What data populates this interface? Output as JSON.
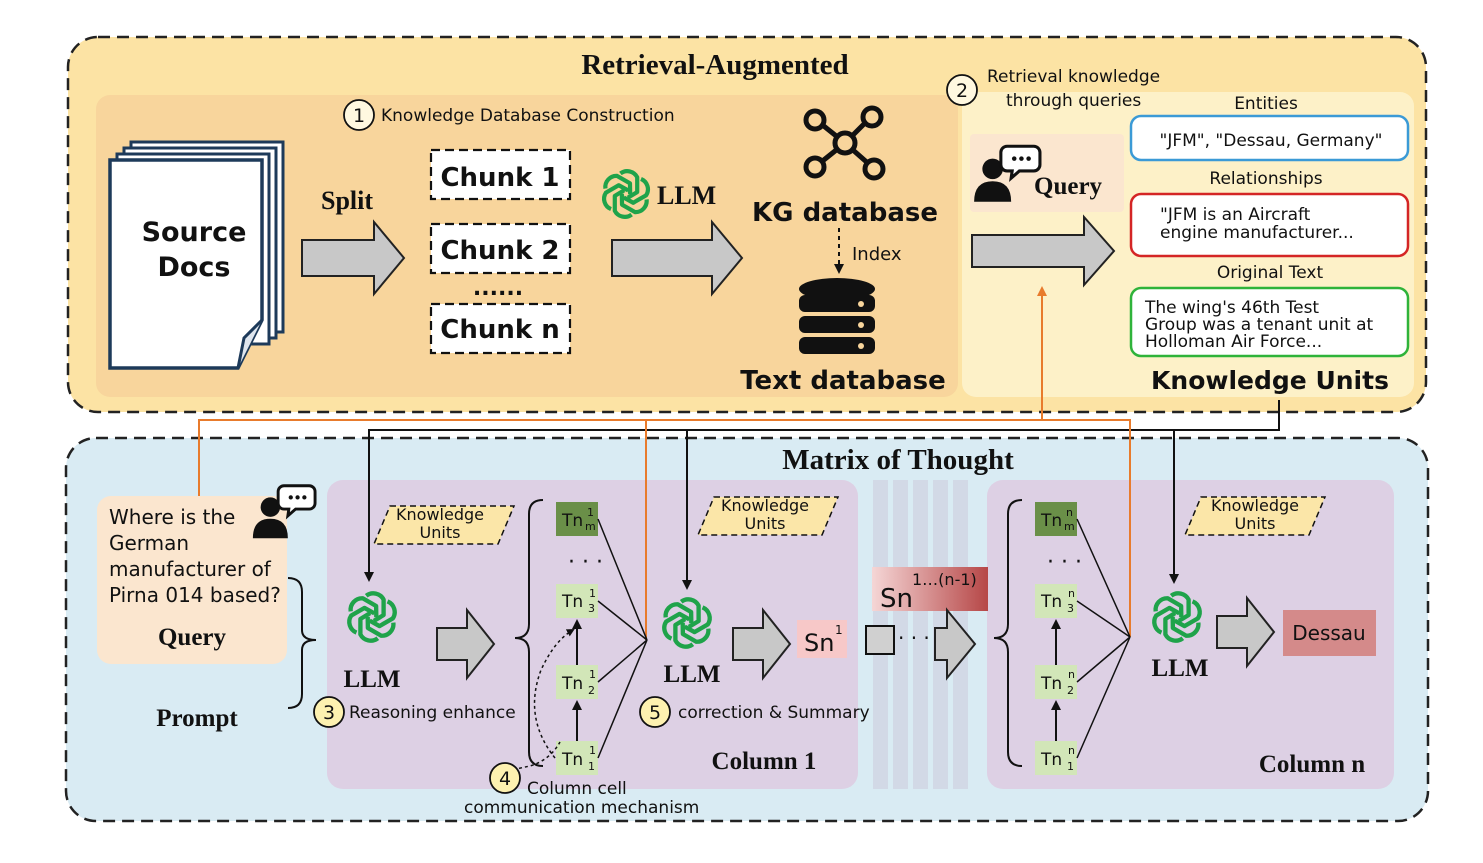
{
  "title_top": "Retrieval-Augmented",
  "title_bottom": "Matrix of Thought",
  "step1": {
    "num": "1",
    "label": "Knowledge Database Construction"
  },
  "step2": {
    "num": "2",
    "label_line1": "Retrieval knowledge",
    "label_line2": "through queries"
  },
  "step3": {
    "num": "3",
    "label": "Reasoning enhance"
  },
  "step4": {
    "num": "4",
    "label_line1": "Column  cell",
    "label_line2": "communication mechanism"
  },
  "step5": {
    "num": "5",
    "label": "correction & Summary"
  },
  "source_docs": {
    "line1": "Source",
    "line2": "Docs"
  },
  "split_label": "Split",
  "chunks": [
    "Chunk 1",
    "Chunk 2",
    "Chunk n"
  ],
  "chunk_ellipsis": "......",
  "llm_label": "LLM",
  "kg_database": "KG database",
  "index_label": "Index",
  "text_database": "Text database",
  "query_label": "Query",
  "knowledge_units_title": "Knowledge Units",
  "entities": {
    "heading": "Entities",
    "text": "\"JFM\", \"Dessau, Germany\""
  },
  "relationships": {
    "heading": "Relationships",
    "line1": "\"JFM is an Aircraft",
    "line2": "engine manufacturer..."
  },
  "original_text": {
    "heading": "Original Text",
    "line1": "The wing's 46th Test",
    "line2": "Group was a tenant unit at",
    "line3": "Holloman Air Force..."
  },
  "question": {
    "line1": "Where is the",
    "line2": "German",
    "line3": "manufacturer of",
    "line4": "Pirna 014 based?",
    "label": "Query"
  },
  "prompt_label": "Prompt",
  "ku_tag": {
    "line1": "Knowledge",
    "line2": "Units"
  },
  "column1_label": "Column 1",
  "columnn_label": "Column n",
  "col1_nodes": {
    "top": "Tn",
    "top_sub": "m",
    "top_sup": "1",
    "n3_sub": "3",
    "n2_sub": "2",
    "n1_sub": "1",
    "sup": "1"
  },
  "coln_nodes": {
    "sup": "n"
  },
  "vdots": "· · ·",
  "sn1": {
    "base": "Sn",
    "sup": "1"
  },
  "sn_prev": {
    "base": "Sn",
    "sup": "1…(n-1)"
  },
  "mid_dots": "· · ·",
  "answer": "Dessau",
  "colors": {
    "top_bg": "#fce3a4",
    "top_inner": "#f9d9a0",
    "bottom_bg": "#d9ebf3",
    "column_bg": "#ddd0e4",
    "orange": "#e87b2c"
  }
}
